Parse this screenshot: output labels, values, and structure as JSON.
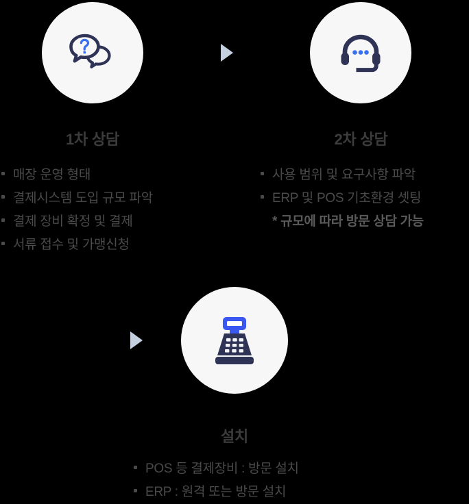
{
  "theme": {
    "background": "#000000",
    "circle_fill": "#f7f7f8",
    "icon_navy": "#2f3356",
    "icon_blue": "#3a6ff0",
    "arrow_color": "#c4d0e0",
    "title_color": "#3c3c3c",
    "body_color": "#4a4a4a"
  },
  "steps": [
    {
      "id": "step-1",
      "icon": "question-chat-bubbles-icon",
      "title": "1차 상담",
      "items": [
        {
          "text": "매장 운영 형태",
          "note": false
        },
        {
          "text": "결제시스템 도입 규모 파악",
          "note": false
        },
        {
          "text": "결제 장비 확정 및 결제",
          "note": false
        },
        {
          "text": "서류 접수 및 가맹신청",
          "note": false
        }
      ]
    },
    {
      "id": "step-2",
      "icon": "headset-support-icon",
      "title": "2차 상담",
      "items": [
        {
          "text": "사용 범위 및 요구사항 파악",
          "note": false
        },
        {
          "text": "ERP 및 POS 기초환경 셋팅",
          "note": false
        },
        {
          "text": "* 규모에 따라 방문 상담 가능",
          "note": true
        }
      ]
    },
    {
      "id": "step-3",
      "icon": "pos-cash-register-icon",
      "title": "설치",
      "items": [
        {
          "text": "POS 등 결제장비 : 방문 설치",
          "note": false
        },
        {
          "text": "ERP : 원격 또는 방문 설치",
          "note": false
        }
      ]
    }
  ],
  "arrows": [
    {
      "id": "arrow-1",
      "name": "arrow-step1-to-step2"
    },
    {
      "id": "arrow-2",
      "name": "arrow-step2-to-step3"
    }
  ]
}
